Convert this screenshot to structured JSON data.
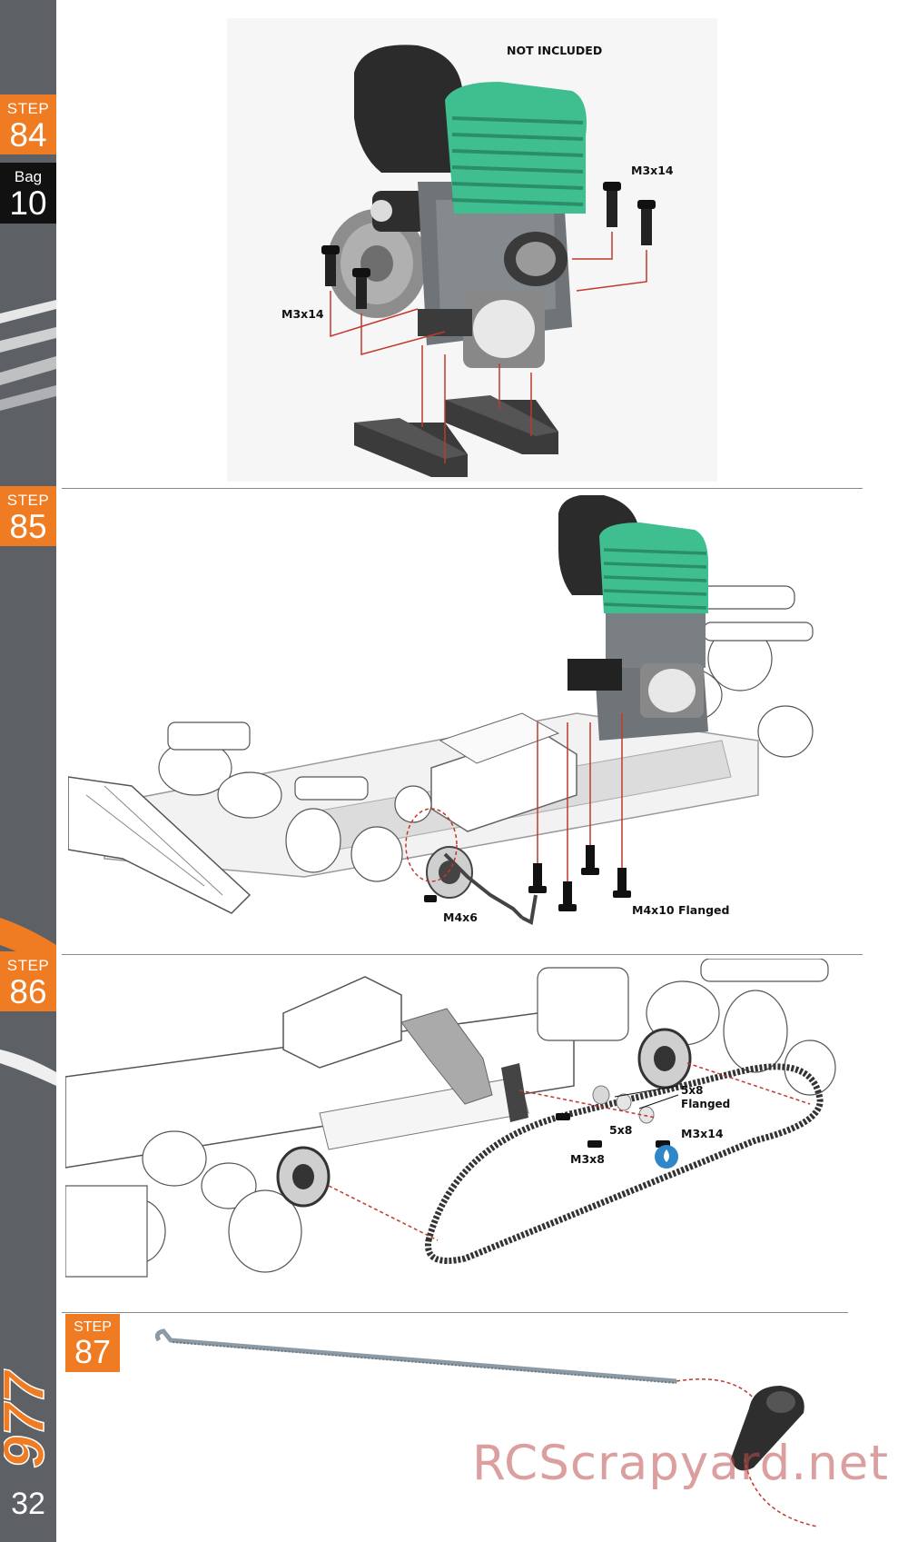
{
  "sidebar": {
    "steps": [
      {
        "label": "STEP",
        "number": "84"
      },
      {
        "label": "STEP",
        "number": "85"
      },
      {
        "label": "STEP",
        "number": "86"
      }
    ],
    "bag": {
      "label": "Bag",
      "number": "10"
    },
    "logo_text": "977",
    "page_number": "32"
  },
  "step84": {
    "not_included": "NOT INCLUDED",
    "screw_right": "M3x14",
    "screw_left": "M3x14"
  },
  "step85": {
    "screw_left": "M4x6",
    "screw_right": "M4x10 Flanged"
  },
  "step86": {
    "washer_flanged_1": "5x8",
    "washer_flanged_2": "Flanged",
    "washer": "5x8",
    "screw_right": "M3x14",
    "screw_left": "M3x8"
  },
  "step87": {
    "label": "STEP",
    "number": "87"
  },
  "watermark": "RCScrapyard.net",
  "colors": {
    "accent": "#ef7b22",
    "sidebar": "#5d6166",
    "engine_head": "#3fbf8f",
    "dashed_line": "#c0392b"
  }
}
